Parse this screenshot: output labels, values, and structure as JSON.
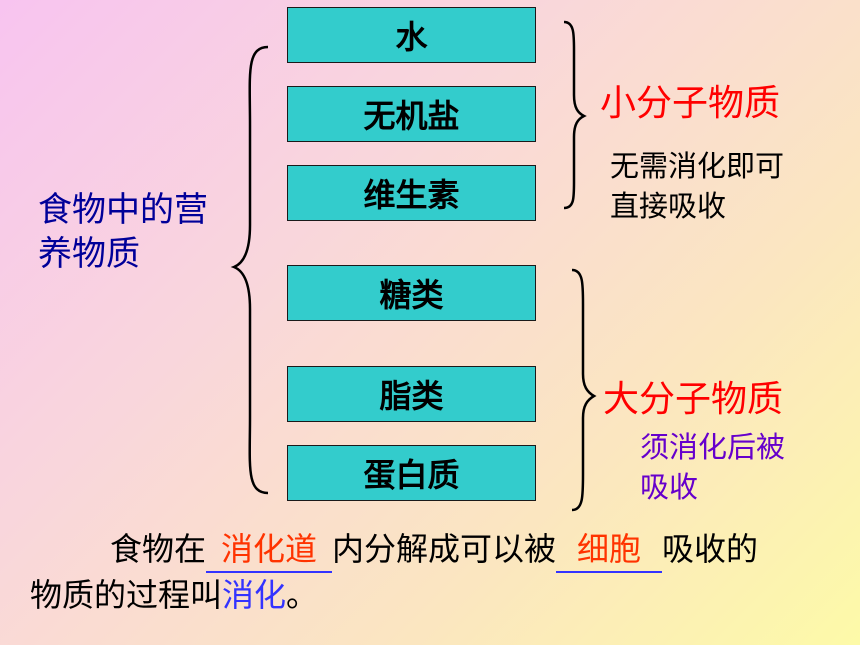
{
  "nutrients": {
    "label": "食物中的营养物质",
    "label_line1": "食物中的营",
    "label_line2": "养物质",
    "items": [
      "水",
      "无机盐",
      "维生素",
      "糖类",
      "脂类",
      "蛋白质"
    ]
  },
  "small_group": {
    "title": "小分子物质",
    "note_line1": "无需消化即可",
    "note_line2": "直接吸收",
    "color": "#ff0000"
  },
  "large_group": {
    "title": "大分子物质",
    "note_line1": "须消化后被",
    "note_line2": "吸收",
    "color": "#ff0000",
    "note_color": "#6600cc"
  },
  "definition": {
    "part1": "食物在",
    "blank1_answer": "消化道",
    "part2": "内分解成可以被",
    "blank2_answer": "细胞",
    "part3": "吸收的",
    "part4": "物质的过程叫",
    "term": "消化",
    "part5": "。",
    "answer_color": "#ff3300",
    "term_color": "#3333ff"
  },
  "colors": {
    "box_fill": "#33cccc",
    "label_color": "#000099",
    "brace_color": "#000000"
  }
}
